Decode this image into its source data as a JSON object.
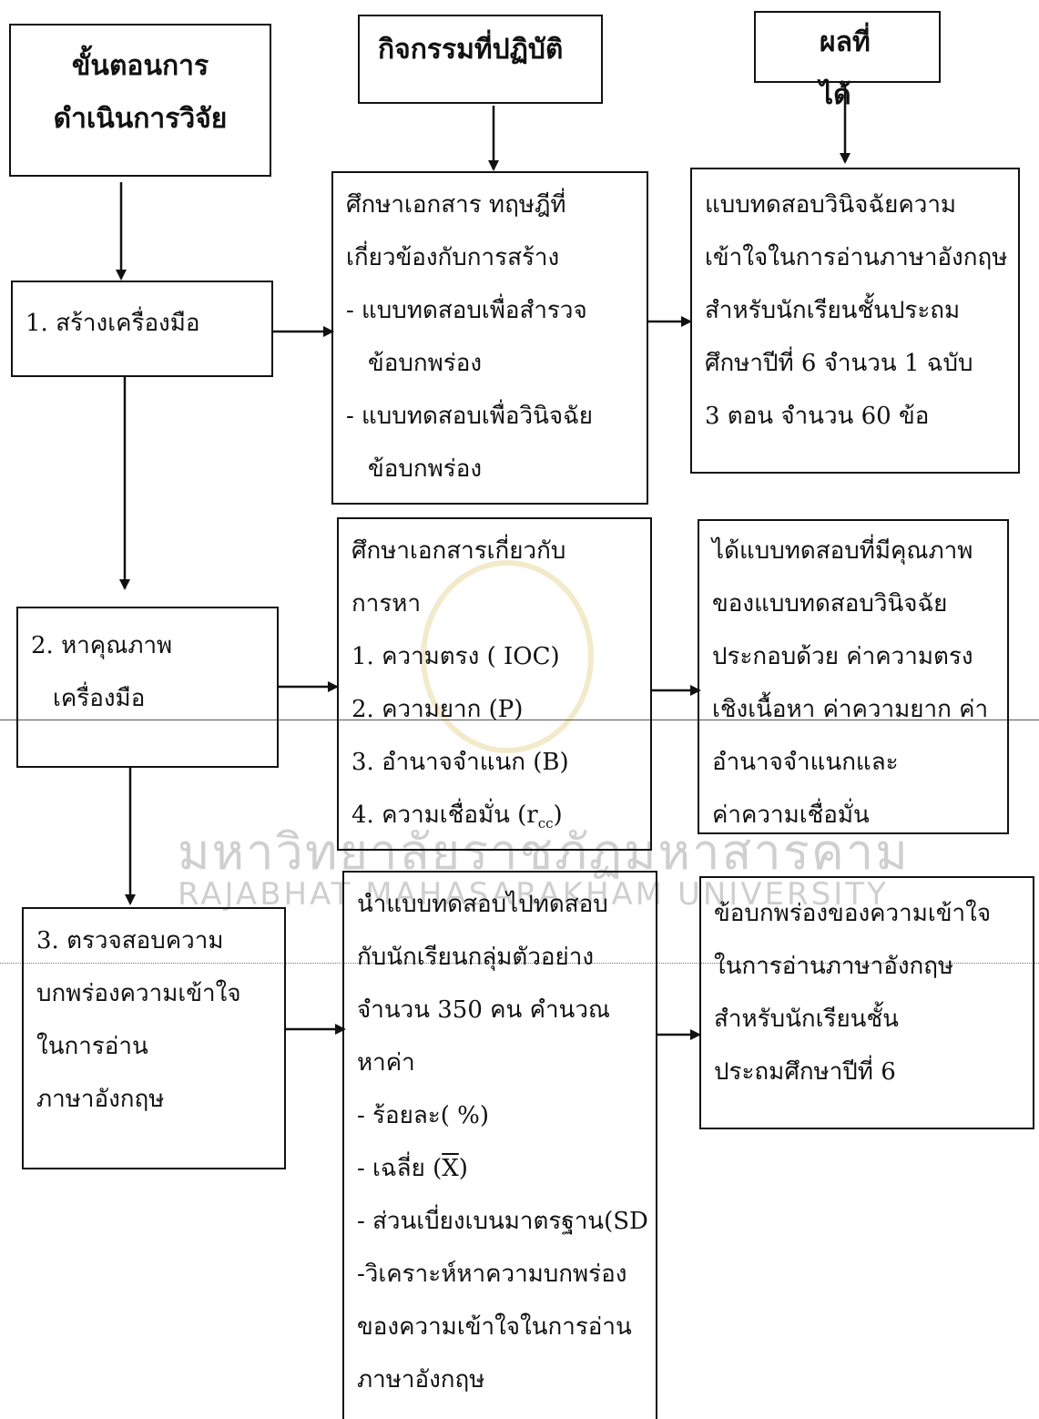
{
  "headers": {
    "steps": [
      "ขั้นตอนการ",
      "ดำเนินการวิจัย"
    ],
    "activities": "กิจกรรมที่ปฏิบัติ",
    "results": "ผลที่ได้"
  },
  "steps": [
    {
      "lines": [
        "1. สร้างเครื่องมือ"
      ]
    },
    {
      "lines": [
        "2. หาคุณภาพ",
        "เครื่องมือ"
      ]
    },
    {
      "lines": [
        "3. ตรวจสอบความ",
        "บกพร่องความเข้าใจ",
        "ในการอ่าน",
        "ภาษาอังกฤษ"
      ]
    }
  ],
  "activities": [
    {
      "lines": [
        "ศึกษาเอกสาร ทฤษฎีที่",
        "เกี่ยวข้องกับการสร้าง",
        "- แบบทดสอบเพื่อสำรวจ",
        "ข้อบกพร่อง",
        "-  แบบทดสอบเพื่อวินิจฉัย",
        "ข้อบกพร่อง"
      ]
    },
    {
      "lines": [
        "ศึกษาเอกสารเกี่ยวกับ",
        "การหา",
        "1. ความตรง ( IOC)",
        "2. ความยาก  (P)",
        "3. อำนาจจำแนก  (B)",
        "4. ความเชื่อมั่น (r",
        "cc",
        ")"
      ]
    },
    {
      "lines": [
        "นำแบบทดสอบไปทดสอบ",
        "กับนักเรียนกลุ่มตัวอย่าง",
        "จำนวน 350  คน คำนวณ",
        "หาค่า",
        "- ร้อยละ( %)",
        "- เฉลี่ย  (",
        "X",
        ")",
        "- ส่วนเบี่ยงเบนมาตรฐาน(SD",
        "-วิเคราะห์หาความบกพร่อง",
        "ของความเข้าใจในการอ่าน",
        "ภาษาอังกฤษ"
      ]
    }
  ],
  "results": [
    {
      "lines": [
        "แบบทดสอบวินิจฉัยความ",
        "เข้าใจในการอ่านภาษาอังกฤษ",
        "สำหรับนักเรียนชั้นประถม",
        "ศึกษาปีที่ 6  จำนวน  1 ฉบับ",
        "3  ตอน จำนวน 60  ข้อ"
      ]
    },
    {
      "lines": [
        "ได้แบบทดสอบที่มีคุณภาพ",
        "ของแบบทดสอบวินิจฉัย",
        "ประกอบด้วย ค่าความตรง",
        "เชิงเนื้อหา  ค่าความยาก  ค่า",
        "อำนาจจำแนกและ",
        "ค่าความเชื่อมั่น"
      ]
    },
    {
      "lines": [
        "ข้อบกพร่องของความเข้าใจ",
        "ในการอ่านภาษาอังกฤษ",
        "สำหรับนักเรียนชั้น",
        "ประถมศึกษาปีที่ 6"
      ]
    }
  ],
  "watermark": {
    "thai": "มหาวิทยาลัยราชภัฏมหาสารคาม",
    "english": "RAJABHAT MAHASARAKHAM UNIVERSITY"
  }
}
